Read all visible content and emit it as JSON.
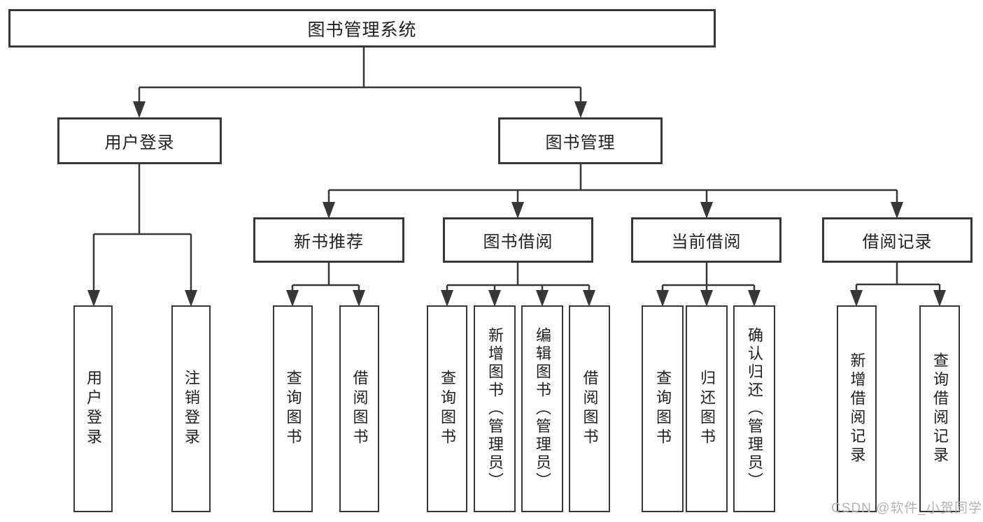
{
  "diagram": {
    "type": "hierarchy-tree",
    "tree": {
      "label": "图书管理系统",
      "children": [
        {
          "label": "用户登录",
          "children": [
            {
              "label": "用户登录"
            },
            {
              "label": "注销登录"
            }
          ]
        },
        {
          "label": "图书管理",
          "children": [
            {
              "label": "新书推荐",
              "children": [
                {
                  "label": "查询图书"
                },
                {
                  "label": "借阅图书"
                }
              ]
            },
            {
              "label": "图书借阅",
              "children": [
                {
                  "label": "查询图书"
                },
                {
                  "label": "新增图书（管理员）"
                },
                {
                  "label": "编辑图书（管理员）"
                },
                {
                  "label": "借阅图书"
                }
              ]
            },
            {
              "label": "当前借阅",
              "children": [
                {
                  "label": "查询图书"
                },
                {
                  "label": "归还图书"
                },
                {
                  "label": "确认归还（管理员）"
                }
              ]
            },
            {
              "label": "借阅记录",
              "children": [
                {
                  "label": "新增借阅记录"
                },
                {
                  "label": "查询借阅记录"
                }
              ]
            }
          ]
        }
      ]
    }
  },
  "watermark": {
    "text": "CSDN @软件_小贺同学"
  },
  "colors": {
    "line": "#373737",
    "text": "#1f1f1f",
    "watermark": "#b3b3b3",
    "background": "#ffffff"
  }
}
